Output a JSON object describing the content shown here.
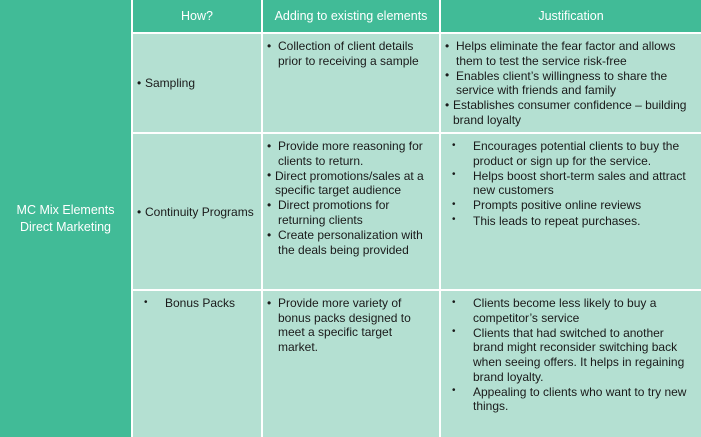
{
  "left_panel": {
    "label": "MC Mix Elements\nDirect Marketing"
  },
  "colors": {
    "header_green": "#41bb97",
    "cell_green": "#b4e0d2",
    "header_text": "#ffffff",
    "body_text": "#1a1a1a"
  },
  "table": {
    "headers": [
      "How?",
      "Adding to existing elements",
      "Justification"
    ],
    "rows": [
      {
        "how": "Sampling",
        "adding": [
          "Collection of client details prior to receiving a sample"
        ],
        "justification": [
          "Helps eliminate the fear factor and allows them to test the service risk-free",
          "Enables client’s willingness to share the service with friends and family",
          "Establishes consumer confidence – building brand loyalty"
        ]
      },
      {
        "how": "Continuity Programs",
        "adding": [
          "Provide more reasoning for clients to return.",
          "Direct promotions/sales at a specific target audience",
          "Direct promotions for returning clients",
          "Create personalization with the deals being provided"
        ],
        "justification": [
          "Encourages potential clients to buy the product or sign up for the service.",
          "Helps boost short-term sales and attract new customers",
          "Prompts positive online reviews",
          "This leads to repeat purchases."
        ]
      },
      {
        "how": "Bonus Packs",
        "adding": [
          "Provide more variety of bonus packs designed to meet a specific target market."
        ],
        "justification": [
          "Clients become less likely to buy a competitor’s service",
          "Clients that had switched to another brand might reconsider switching back when seeing offers. It helps in regaining brand loyalty.",
          "Appealing to clients who want to try new things."
        ]
      }
    ]
  }
}
